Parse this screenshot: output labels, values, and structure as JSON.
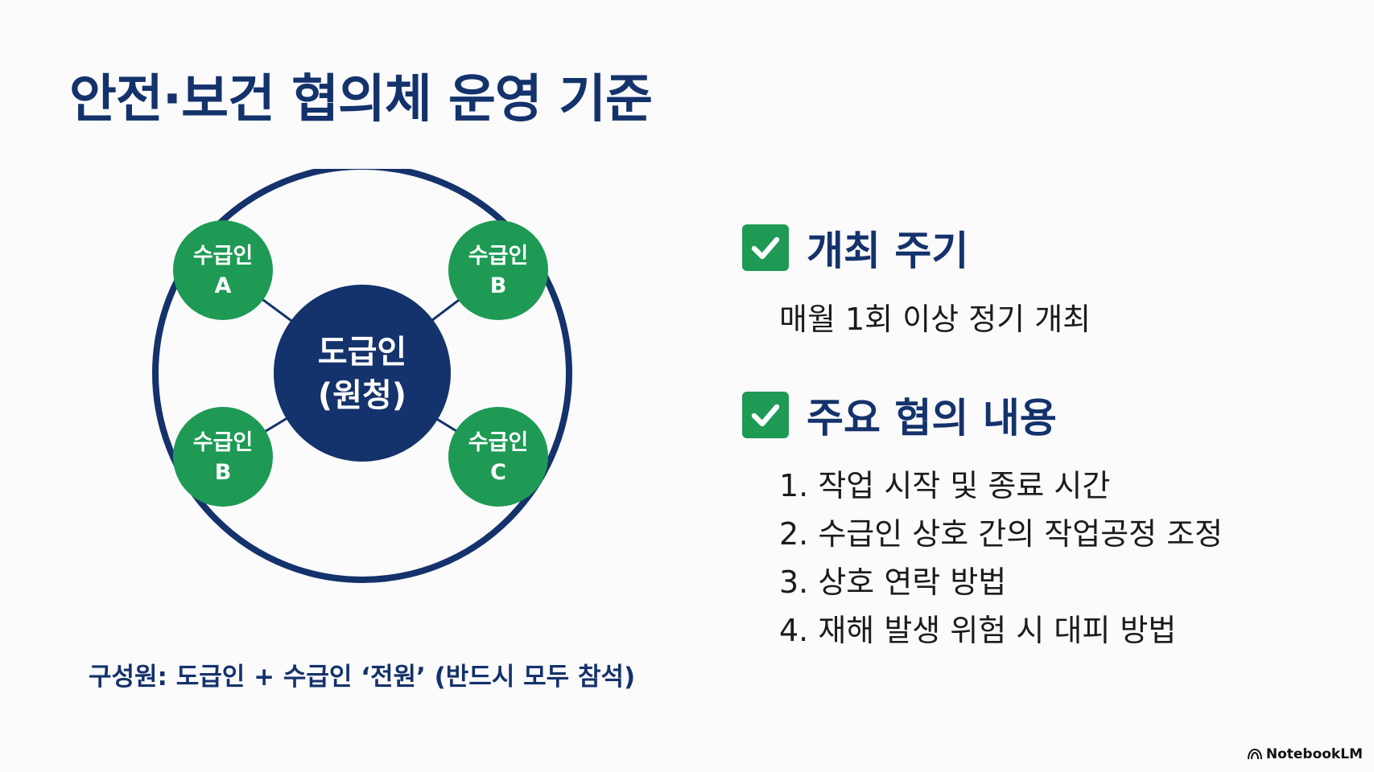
{
  "title": "안전·보건 협의체 운영 기준",
  "diagram": {
    "center": {
      "line1": "도급인",
      "line2": "(원청)"
    },
    "satellites": [
      {
        "line1": "수급인",
        "line2": "A"
      },
      {
        "line1": "수급인",
        "line2": "B"
      },
      {
        "line1": "수급인",
        "line2": "B"
      },
      {
        "line1": "수급인",
        "line2": "C"
      }
    ],
    "colors": {
      "navy": "#14326b",
      "green": "#1e9a55",
      "white": "#ffffff"
    }
  },
  "composition": "구성원: 도급인 + 수급인 ‘전원’ (반드시 모두 참석)",
  "sections": [
    {
      "icon": "check-icon",
      "title": "개최 주기",
      "body": "매월 1회 이상 정기 개최"
    },
    {
      "icon": "check-icon",
      "title": "주요 협의 내용",
      "items": [
        "1. 작업 시작 및 종료 시간",
        "2. 수급인 상호 간의 작업공정 조정",
        "3. 상호 연락 방법",
        "4. 재해 발생 위험 시 대피 방법"
      ]
    }
  ],
  "watermark": {
    "icon": "notebooklm-logo-icon",
    "text": "NotebookLM"
  }
}
